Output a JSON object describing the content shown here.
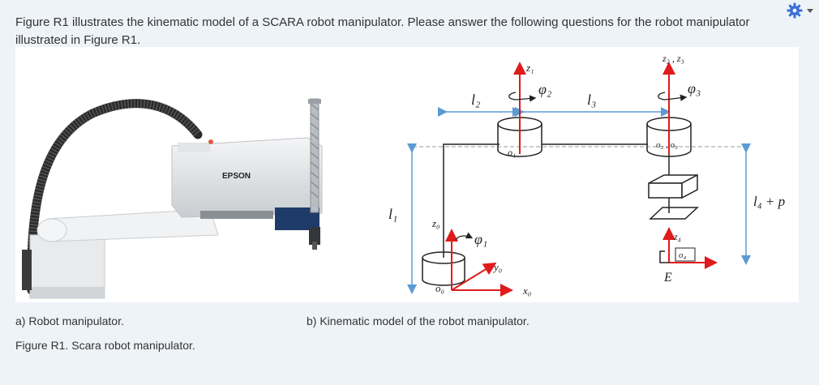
{
  "question": {
    "text": "Figure R1 illustrates the kinematic model of a SCARA robot manipulator. Please answer the following questions for the robot manipulator illustrated in Figure R1."
  },
  "toolbar": {
    "settings_icon": "gear-icon",
    "dropdown_icon": "caret-down-icon",
    "accent_color": "#3b6fd6"
  },
  "robot_photo": {
    "brand": "EPSON"
  },
  "kinematic_labels": {
    "l1": "l₁",
    "l2": "l₂",
    "l3": "l₃",
    "l4p": "l₄ + p",
    "z0": "z₀",
    "z1": "z₁",
    "z2z3": "z₂ , z₃",
    "z4": "z₄",
    "phi1": "φ₁",
    "phi2": "φ₂",
    "phi3": "φ₃",
    "o0": "o₀",
    "o1": "o₁",
    "o2o3": "o₂ , o₃",
    "o4": "o₄",
    "x0": "x₀",
    "y0": "y₀",
    "E": "E"
  },
  "captions": {
    "a": "a) Robot manipulator.",
    "b": "b) Kinematic model of the robot manipulator.",
    "figure": "Figure R1. Scara robot manipulator."
  }
}
